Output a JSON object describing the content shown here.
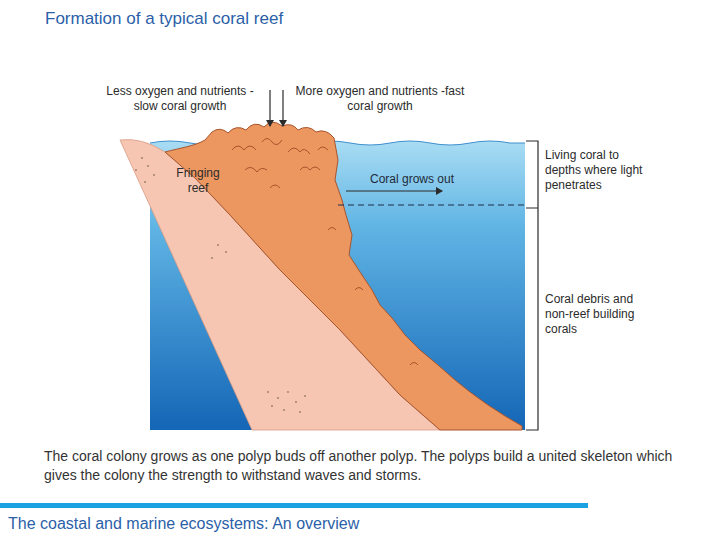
{
  "diagram": {
    "title": "Formation of a typical coral reef",
    "caption": "The coral colony grows as one polyp buds off another polyp. The polyps build a united skeleton which gives the colony the strength to withstand waves and storms.",
    "labels": [
      "Less oxygen and nutrients -slow coral growth",
      "More oxygen and nutrients -fast coral growth",
      "Fringing reef",
      "Coral grows out",
      "Living coral to depths where light penetrates",
      "Coral debris and non-reef building corals",
      "The coastal and marine ecosystems: An overview"
    ]
  }
}
